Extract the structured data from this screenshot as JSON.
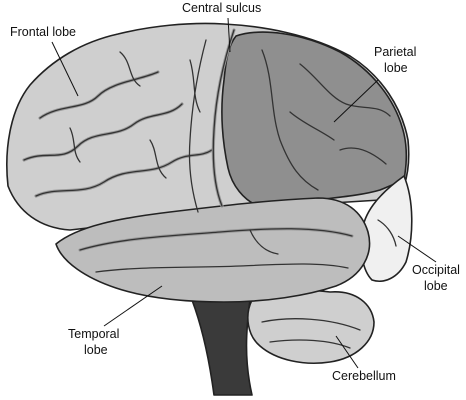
{
  "diagram": {
    "labels": {
      "frontal": "Frontal lobe",
      "central": "Central sulcus",
      "parietal_1": "Parietal",
      "parietal_2": "lobe",
      "occipital_1": "Occipital",
      "occipital_2": "lobe",
      "temporal_1": "Temporal",
      "temporal_2": "lobe",
      "cerebellum": "Cerebellum"
    },
    "colors": {
      "frontal": "#cfcfcf",
      "parietal": "#8f8f8f",
      "occipital": "#f0f0f0",
      "temporal": "#bdbdbd",
      "cerebellum": "#cfcfcf",
      "brainstem": "#3a3a3a",
      "outline": "#222222"
    }
  }
}
